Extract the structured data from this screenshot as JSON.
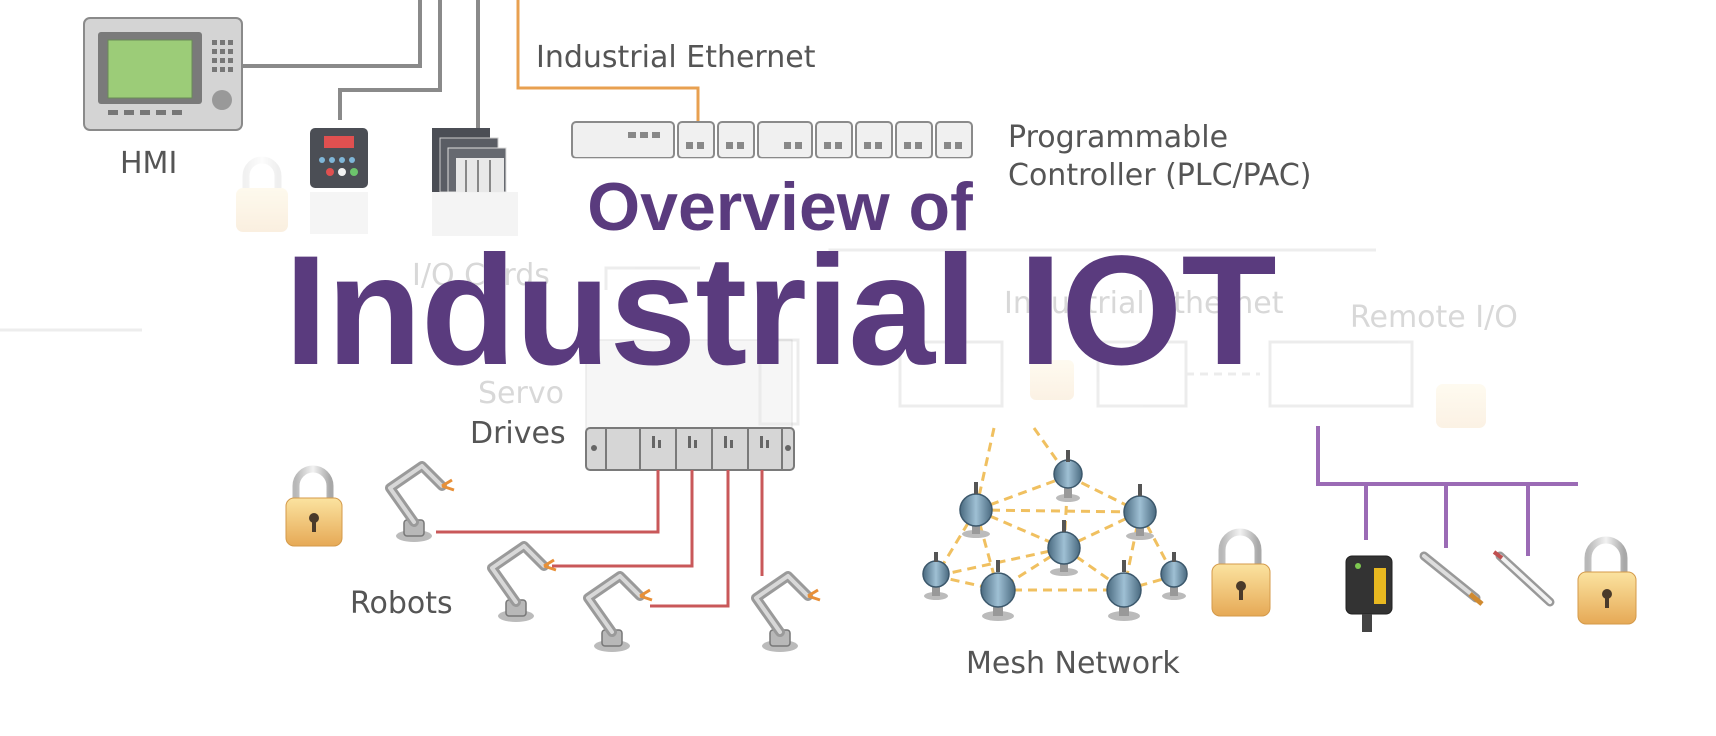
{
  "title": {
    "line1": "Overview of",
    "line2": "Industrial IOT"
  },
  "labels": {
    "hmi": "HMI",
    "industrial_ethernet_top": "Industrial Ethernet",
    "plc_line1": "Programmable",
    "plc_line2": "Controller (PLC/PAC)",
    "io_cards": "I/O Cards",
    "industrial_ethernet_mid": "Industrial Ethernet",
    "remote_io": "Remote I/O",
    "servo": "Servo",
    "drives": "Drives",
    "robots": "Robots",
    "mesh_network": "Mesh Network"
  },
  "colors": {
    "title": "#5a3b7e",
    "ethernet_orange": "#e8a050",
    "robot_red": "#c9585a",
    "remote_purple": "#9b6bb5",
    "mesh_dashed": "#f0c060",
    "cable_gray": "#8a8a8a"
  },
  "icons": [
    "hmi-panel-icon",
    "drive-unit-icon",
    "io-card-stack-icon",
    "plc-rack-icon",
    "servo-drive-icon",
    "robot-arm-icon",
    "mesh-sensor-icon",
    "padlock-icon",
    "photo-sensor-icon",
    "proximity-sensor-icon"
  ]
}
